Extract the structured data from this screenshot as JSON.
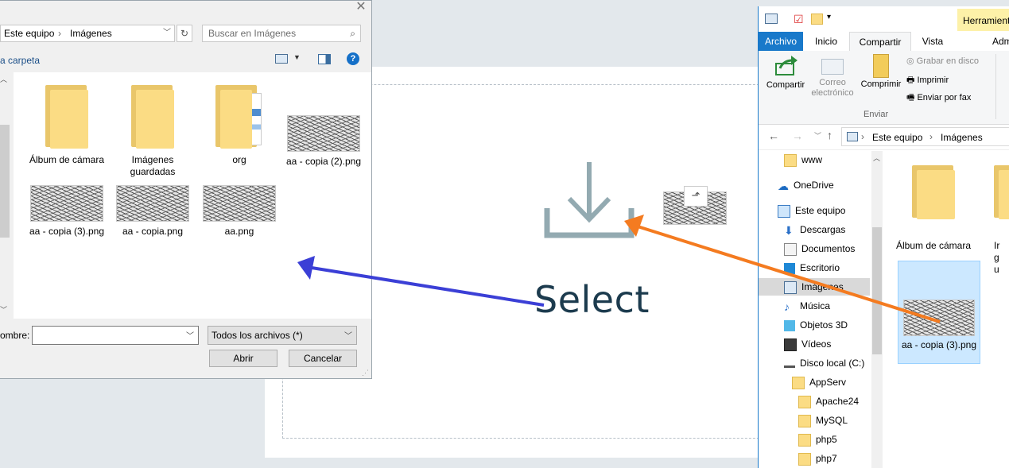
{
  "page": {
    "select_text": "Select"
  },
  "dialog": {
    "address": {
      "segments": [
        "Este equipo",
        "Imágenes"
      ],
      "separator": "›"
    },
    "search_placeholder": "Buscar en Imágenes",
    "toolbar_label": "a carpeta",
    "files": [
      {
        "name": "Álbum de cámara",
        "kind": "folder"
      },
      {
        "name": "Imágenes guardadas",
        "kind": "folder"
      },
      {
        "name": "org",
        "kind": "folder-docs"
      },
      {
        "name": "aa - copia (2).png",
        "kind": "image"
      },
      {
        "name": "aa - copia (3).png",
        "kind": "image"
      },
      {
        "name": "aa - copia.png",
        "kind": "image"
      },
      {
        "name": "aa.png",
        "kind": "image"
      }
    ],
    "filename_label": "ombre:",
    "filename_value": "",
    "filter_value": "Todos los archivos (*)",
    "open_label": "Abrir",
    "cancel_label": "Cancelar"
  },
  "explorer": {
    "context_tab": "Herramienta",
    "tabs": [
      "Archivo",
      "Inicio",
      "Compartir",
      "Vista",
      "Admi"
    ],
    "active_tab": "Compartir",
    "ribbon": {
      "share_label": "Compartir",
      "email_label": "Correo electrónico",
      "zip_label": "Comprimir",
      "burn_label": "Grabar en disco",
      "print_label": "Imprimir",
      "fax_label": "Enviar por fax",
      "group_label": "Enviar"
    },
    "address": {
      "segments": [
        "Este equipo",
        "Imágenes"
      ]
    },
    "nav": [
      "www",
      "OneDrive",
      "Este equipo",
      "Descargas",
      "Documentos",
      "Escritorio",
      "Imágenes",
      "Música",
      "Objetos 3D",
      "Vídeos",
      "Disco local (C:)",
      "AppServ",
      "Apache24",
      "MySQL",
      "php5",
      "php7"
    ],
    "nav_selected": "Imágenes",
    "items": [
      {
        "name": "Álbum de cámara",
        "kind": "folder"
      },
      {
        "name": "Ir gu",
        "kind": "folder"
      },
      {
        "name": "aa - copia (3).png",
        "kind": "image",
        "selected": true
      }
    ]
  },
  "colors": {
    "blue_arrow": "#3b3fd6",
    "orange_arrow": "#f47b20",
    "accent": "#1979ca",
    "selection": "#cce8ff"
  }
}
